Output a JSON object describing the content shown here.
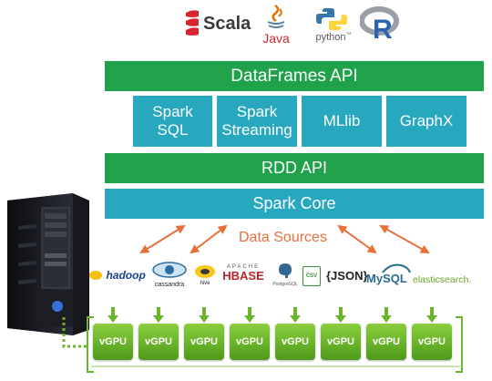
{
  "languages": {
    "scala": "Scala",
    "java": "Java",
    "python": "python",
    "python_tm": "™",
    "r": "R"
  },
  "layers": {
    "dataframes_api": "DataFrames API",
    "spark_sql": "Spark\nSQL",
    "spark_streaming": "Spark\nStreaming",
    "mllib": "MLlib",
    "graphx": "GraphX",
    "rdd_api": "RDD API",
    "spark_core": "Spark Core"
  },
  "data_sources": {
    "label": "Data Sources",
    "logos": {
      "hadoop": "hadoop",
      "cassandra": "cassandra",
      "hive": "hive",
      "hbase_apache": "APACHE",
      "hbase": "HBASE",
      "postgres": "PostgreSQL",
      "csv": "CSV",
      "json": "{JSON}",
      "mysql": "MySQL",
      "elasticsearch": "elasticsearch."
    }
  },
  "gpus": [
    "vGPU",
    "vGPU",
    "vGPU",
    "vGPU",
    "vGPU",
    "vGPU",
    "vGPU",
    "vGPU"
  ],
  "colors": {
    "green_layer": "#1fa24a",
    "teal_layer": "#27a8bf",
    "arrow_orange": "#e8703a",
    "gpu_green": "#6bb52a"
  },
  "icons": [
    "scala-logo-icon",
    "java-logo-icon",
    "python-logo-icon",
    "r-logo-icon",
    "server-tower-icon"
  ]
}
